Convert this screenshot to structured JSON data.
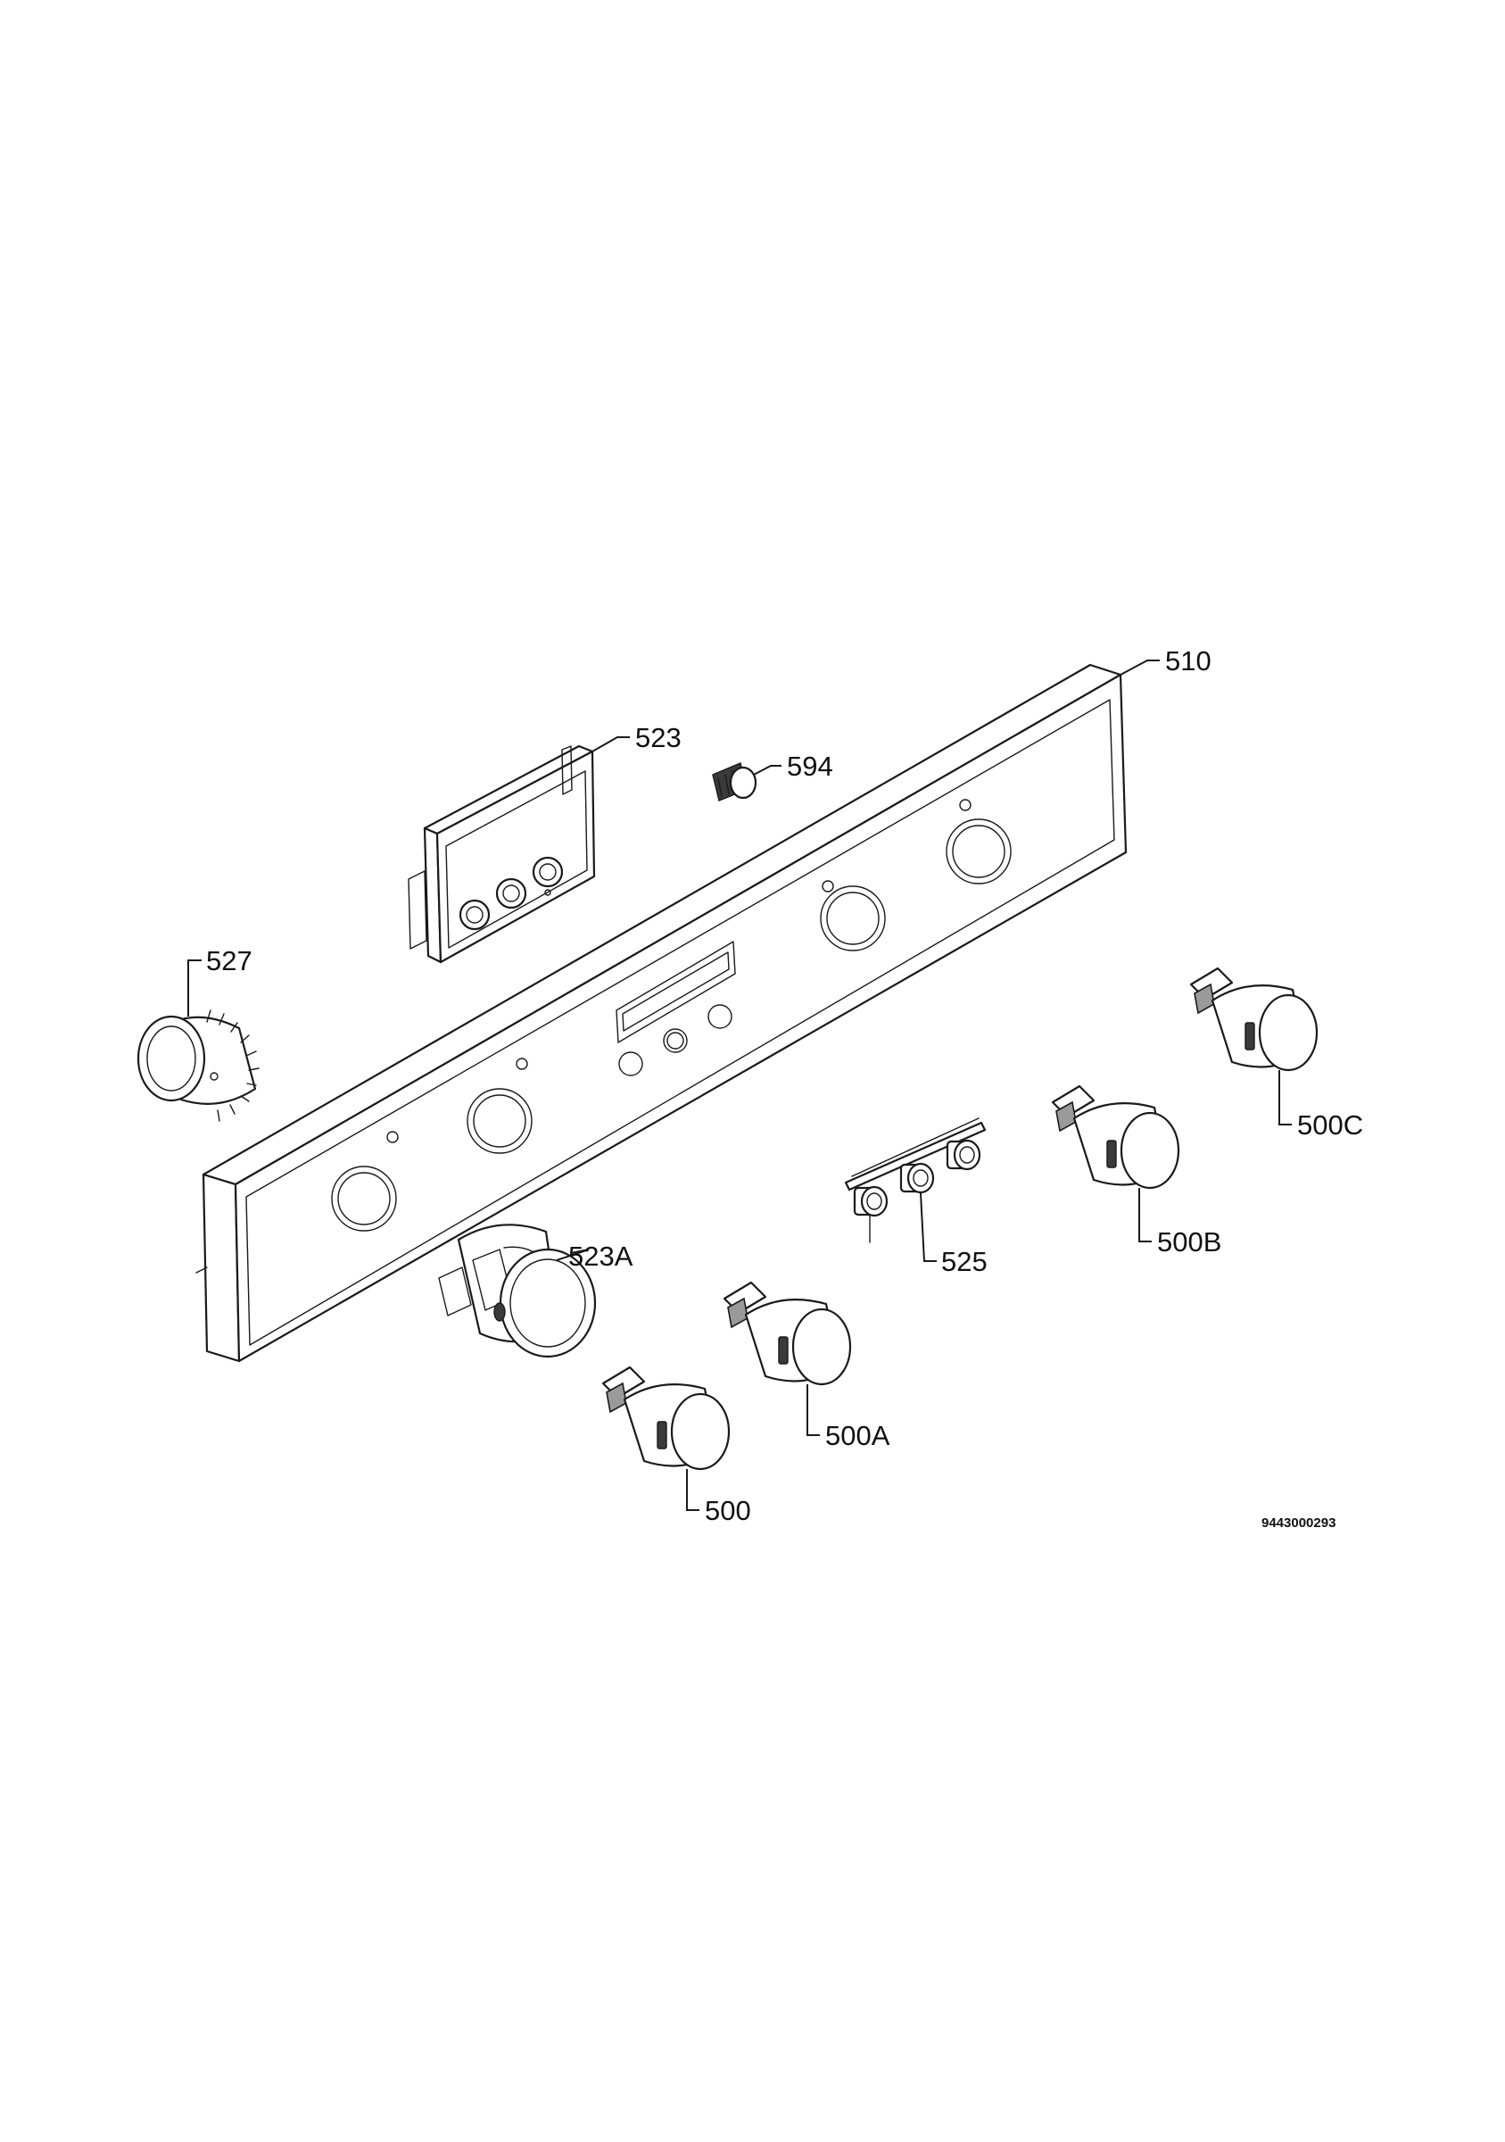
{
  "labels": {
    "p510": "510",
    "p523": "523",
    "p594": "594",
    "p527": "527",
    "p523a": "523A",
    "p525": "525",
    "p500": "500",
    "p500a": "500A",
    "p500b": "500B",
    "p500c": "500C"
  },
  "drawing_code": "9443000293"
}
